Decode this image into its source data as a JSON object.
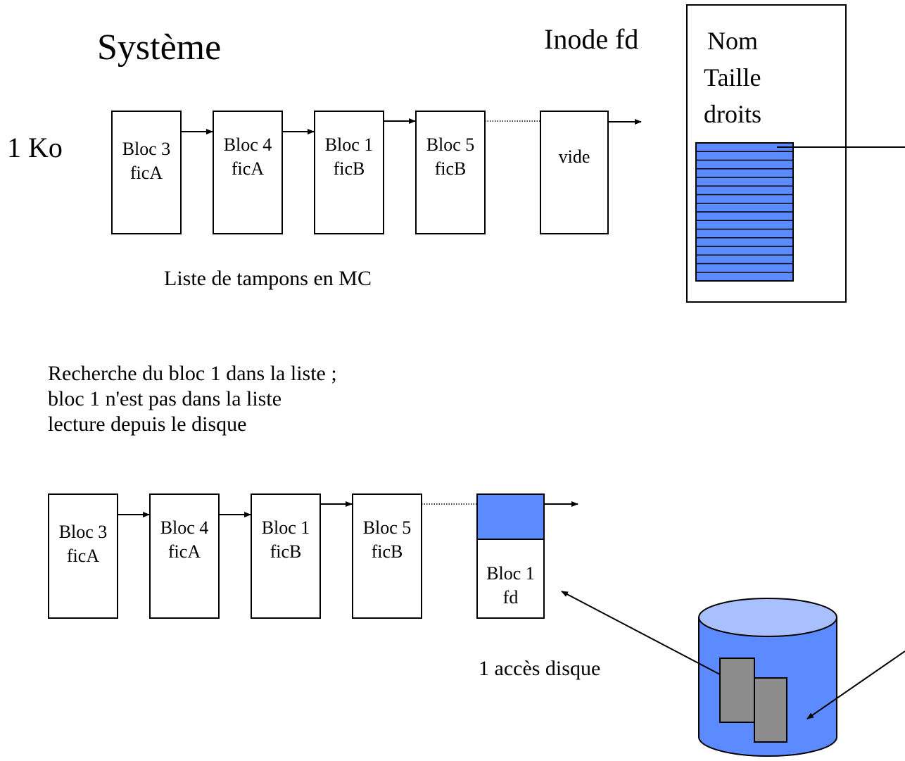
{
  "title": "Système",
  "size_label": "1 Ko",
  "inode_label": "Inode fd",
  "inode_fields": [
    "Nom",
    "Taille",
    "droits"
  ],
  "top_list": {
    "caption": "Liste de tampons en MC",
    "blocks": [
      {
        "line1": "Bloc 3",
        "line2": "ficA"
      },
      {
        "line1": "Bloc 4",
        "line2": "ficA"
      },
      {
        "line1": "Bloc 1",
        "line2": "ficB"
      },
      {
        "line1": "Bloc 5",
        "line2": "ficB"
      },
      {
        "line1": "vide",
        "line2": ""
      }
    ]
  },
  "steps": [
    "Recherche du bloc 1 dans la liste ;",
    "bloc 1 n'est pas dans la liste",
    "lecture depuis le disque"
  ],
  "bottom_list": {
    "blocks": [
      {
        "line1": "Bloc 3",
        "line2": "ficA"
      },
      {
        "line1": "Bloc 4",
        "line2": "ficA"
      },
      {
        "line1": "Bloc 1",
        "line2": "ficB"
      },
      {
        "line1": "Bloc 5",
        "line2": "ficB"
      },
      {
        "line1": "Bloc 1",
        "line2": "fd"
      }
    ]
  },
  "disk_access_label": "1 accès disque",
  "colors": {
    "blue": "#5c8bff",
    "disk_top": "#a9c0ff",
    "grey_block": "#8c8c8c"
  }
}
